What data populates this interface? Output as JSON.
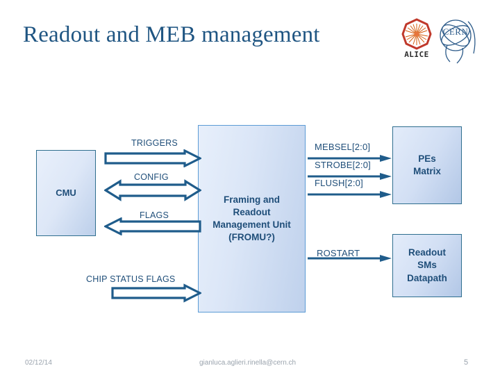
{
  "slide": {
    "title": "Readout and MEB management",
    "accent_color": "#1F5582",
    "box_text_color": "#1F4E79",
    "arrow_color": "#1F5C8B"
  },
  "logos": {
    "alice": {
      "name": "alice-logo",
      "word": "ALICE"
    },
    "cern": {
      "name": "cern-logo",
      "word": "CERN"
    }
  },
  "diagram": {
    "boxes": [
      {
        "id": "cmu",
        "label": "CMU"
      },
      {
        "id": "fromu",
        "label": "Framing and Readout Management Unit (FROMU?)",
        "lines": [
          "Framing and",
          "Readout",
          "Management Unit",
          "(FROMU?)"
        ]
      },
      {
        "id": "pes",
        "label": "PEs Matrix",
        "lines": [
          "PEs",
          "Matrix"
        ]
      },
      {
        "id": "readout",
        "label": "Readout SMs Datapath",
        "lines": [
          "Readout",
          "SMs",
          "Datapath"
        ]
      }
    ],
    "arrows": [
      {
        "id": "triggers",
        "label": "TRIGGERS",
        "direction": "right",
        "style": "block",
        "from": "cmu",
        "to": "fromu"
      },
      {
        "id": "config",
        "label": "CONFIG",
        "direction": "both",
        "style": "block",
        "from": "cmu",
        "to": "fromu"
      },
      {
        "id": "flags",
        "label": "FLAGS",
        "direction": "left",
        "style": "block",
        "from": "fromu",
        "to": "cmu"
      },
      {
        "id": "chip-status-flags",
        "label": "CHIP STATUS FLAGS",
        "direction": "right",
        "style": "block",
        "from": "cmu",
        "to": "fromu"
      },
      {
        "id": "mebsel",
        "label": "MEBSEL[2:0]",
        "direction": "right",
        "style": "line",
        "from": "fromu",
        "to": "pes"
      },
      {
        "id": "strobe",
        "label": "STROBE[2:0]",
        "direction": "right",
        "style": "line",
        "from": "fromu",
        "to": "pes"
      },
      {
        "id": "flush",
        "label": "FLUSH[2:0]",
        "direction": "right",
        "style": "line",
        "from": "fromu",
        "to": "pes"
      },
      {
        "id": "rostart",
        "label": "ROSTART",
        "direction": "right",
        "style": "line",
        "from": "fromu",
        "to": "readout"
      }
    ]
  },
  "footer": {
    "date": "02/12/14",
    "email": "gianluca.aglieri.rinella@cern.ch",
    "page": "5"
  }
}
